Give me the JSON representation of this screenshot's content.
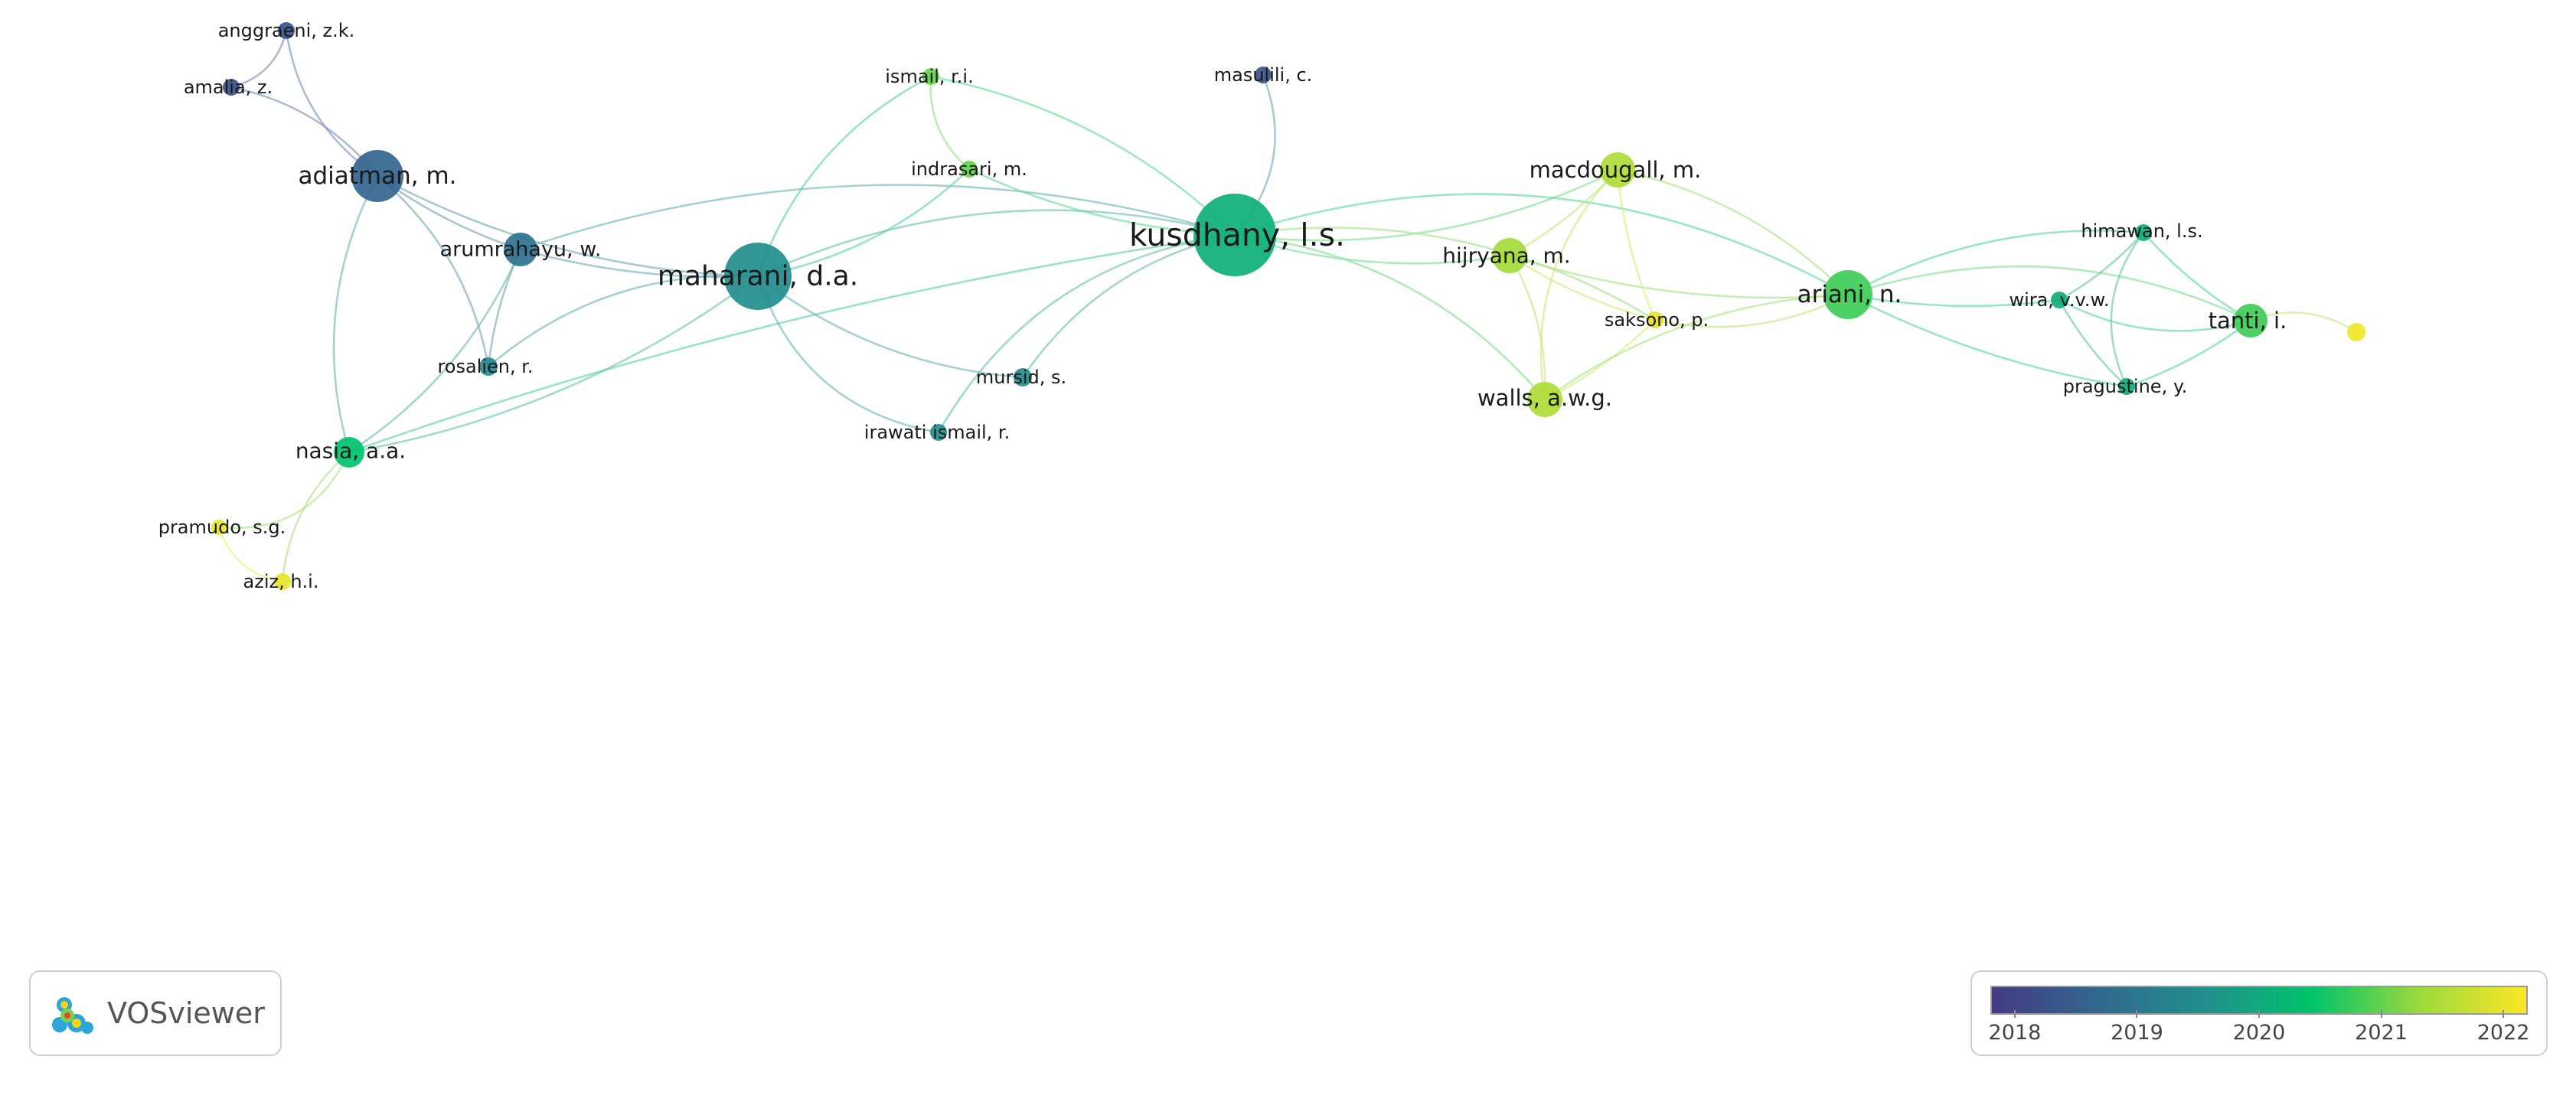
{
  "network": {
    "nodes": [
      {
        "id": "anggraeni",
        "label": "anggraeni, z.k.",
        "year": 2018.2
      },
      {
        "id": "amalia",
        "label": "amalia, z.",
        "year": 2018.2
      },
      {
        "id": "adiatman",
        "label": "adiatman, m.",
        "year": 2018.6
      },
      {
        "id": "arumrahayu",
        "label": "arumrahayu, w.",
        "year": 2018.9
      },
      {
        "id": "rosalien",
        "label": "rosalien, r.",
        "year": 2019.4
      },
      {
        "id": "nasia",
        "label": "nasia, a.a.",
        "year": 2020.4
      },
      {
        "id": "pramudo",
        "label": "pramudo, s.g.",
        "year": 2022.0
      },
      {
        "id": "aziz",
        "label": "aziz, h.i.",
        "year": 2022.0
      },
      {
        "id": "maharani",
        "label": "maharani, d.a.",
        "year": 2019.5
      },
      {
        "id": "ismail",
        "label": "ismail, r.i.",
        "year": 2021.0
      },
      {
        "id": "indrasari",
        "label": "indrasari, m.",
        "year": 2021.0
      },
      {
        "id": "mursid",
        "label": "mursid, s.",
        "year": 2019.4
      },
      {
        "id": "irawati",
        "label": "irawati ismail, r.",
        "year": 2019.6
      },
      {
        "id": "masulili",
        "label": "masulili, c.",
        "year": 2018.3
      },
      {
        "id": "kusdhany",
        "label": "kusdhany, l.s.",
        "year": 2020.1
      },
      {
        "id": "macdougall",
        "label": "macdougall, m.",
        "year": 2021.5
      },
      {
        "id": "hijryana",
        "label": "hijryana, m.",
        "year": 2021.4
      },
      {
        "id": "walls",
        "label": "walls, a.w.g.",
        "year": 2021.5
      },
      {
        "id": "saksono",
        "label": "saksono, p.",
        "year": 2022.0
      },
      {
        "id": "ariani",
        "label": "ariani, n.",
        "year": 2020.8
      },
      {
        "id": "himawan",
        "label": "himawan, l.s.",
        "year": 2020.0
      },
      {
        "id": "wira",
        "label": "wira, v.v.w.",
        "year": 2020.0
      },
      {
        "id": "pragustine",
        "label": "pragustine, y.",
        "year": 2020.0
      },
      {
        "id": "tanti",
        "label": "tanti, i.",
        "year": 2020.8
      },
      {
        "id": "unlabeled",
        "label": "",
        "year": 2022.1
      }
    ],
    "edges": [
      [
        "anggraeni",
        "amalia"
      ],
      [
        "anggraeni",
        "adiatman"
      ],
      [
        "amalia",
        "adiatman"
      ],
      [
        "adiatman",
        "arumrahayu"
      ],
      [
        "adiatman",
        "maharani"
      ],
      [
        "adiatman",
        "rosalien"
      ],
      [
        "adiatman",
        "nasia"
      ],
      [
        "arumrahayu",
        "maharani"
      ],
      [
        "arumrahayu",
        "kusdhany"
      ],
      [
        "arumrahayu",
        "rosalien"
      ],
      [
        "arumrahayu",
        "nasia"
      ],
      [
        "rosalien",
        "maharani"
      ],
      [
        "nasia",
        "maharani"
      ],
      [
        "nasia",
        "kusdhany"
      ],
      [
        "nasia",
        "pramudo"
      ],
      [
        "nasia",
        "aziz"
      ],
      [
        "pramudo",
        "aziz"
      ],
      [
        "maharani",
        "ismail"
      ],
      [
        "maharani",
        "indrasari"
      ],
      [
        "maharani",
        "kusdhany"
      ],
      [
        "maharani",
        "irawati"
      ],
      [
        "maharani",
        "mursid"
      ],
      [
        "ismail",
        "kusdhany"
      ],
      [
        "ismail",
        "indrasari"
      ],
      [
        "indrasari",
        "kusdhany"
      ],
      [
        "mursid",
        "kusdhany"
      ],
      [
        "irawati",
        "kusdhany"
      ],
      [
        "masulili",
        "kusdhany"
      ],
      [
        "kusdhany",
        "hijryana"
      ],
      [
        "kusdhany",
        "walls"
      ],
      [
        "kusdhany",
        "macdougall"
      ],
      [
        "kusdhany",
        "saksono"
      ],
      [
        "kusdhany",
        "ariani"
      ],
      [
        "hijryana",
        "macdougall"
      ],
      [
        "hijryana",
        "walls"
      ],
      [
        "hijryana",
        "saksono"
      ],
      [
        "hijryana",
        "ariani"
      ],
      [
        "macdougall",
        "walls"
      ],
      [
        "macdougall",
        "saksono"
      ],
      [
        "macdougall",
        "ariani"
      ],
      [
        "walls",
        "saksono"
      ],
      [
        "walls",
        "ariani"
      ],
      [
        "saksono",
        "ariani"
      ],
      [
        "ariani",
        "wira"
      ],
      [
        "ariani",
        "himawan"
      ],
      [
        "ariani",
        "pragustine"
      ],
      [
        "ariani",
        "tanti"
      ],
      [
        "wira",
        "himawan"
      ],
      [
        "wira",
        "pragustine"
      ],
      [
        "wira",
        "tanti"
      ],
      [
        "himawan",
        "pragustine"
      ],
      [
        "himawan",
        "tanti"
      ],
      [
        "pragustine",
        "tanti"
      ],
      [
        "tanti",
        "unlabeled"
      ]
    ]
  },
  "brand": {
    "name": "VOSviewer"
  },
  "legend": {
    "tick_labels": [
      "2018",
      "2019",
      "2020",
      "2021",
      "2022"
    ],
    "range": [
      2017.8,
      2022.2
    ],
    "colors": [
      "#443a83",
      "#31688e",
      "#21908d",
      "#00c46a",
      "#9bd93c",
      "#fde725"
    ]
  }
}
